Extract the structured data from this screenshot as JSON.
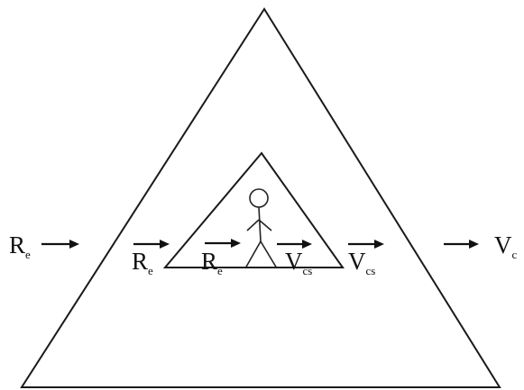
{
  "labels": {
    "r_outer_left": {
      "main": "R",
      "sub": "e"
    },
    "r_middle": {
      "main": "R",
      "sub": "e"
    },
    "r_inner": {
      "main": "R",
      "sub": "e"
    },
    "v_inner": {
      "main": "V",
      "sub": "cs"
    },
    "v_middle": {
      "main": "V",
      "sub": "cs"
    },
    "v_outer_right": {
      "main": "V",
      "sub": "c"
    }
  },
  "colors": {
    "stroke": "#1a1a1a",
    "background": "#ffffff"
  },
  "figure_icon": "stick-figure-person-icon"
}
